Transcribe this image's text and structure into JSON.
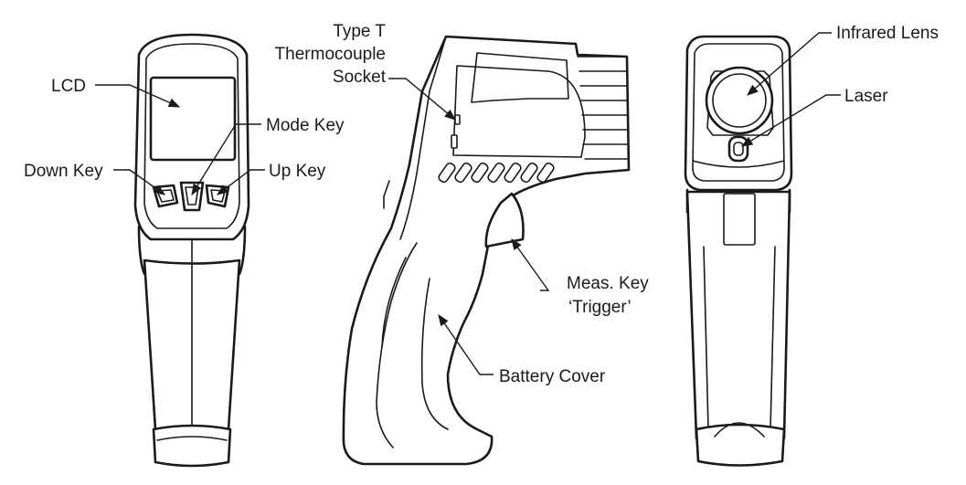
{
  "labels": {
    "lcd": "LCD",
    "mode_key": "Mode Key",
    "down_key": "Down Key",
    "up_key": "Up Key",
    "thermocouple_line1": "Type T",
    "thermocouple_line2": "Thermocouple",
    "thermocouple_line3": "Socket",
    "meas_key_line1": "Meas. Key",
    "meas_key_line2": "‘Trigger’",
    "battery_cover": "Battery Cover",
    "infrared_lens": "Infrared Lens",
    "laser": "Laser"
  }
}
